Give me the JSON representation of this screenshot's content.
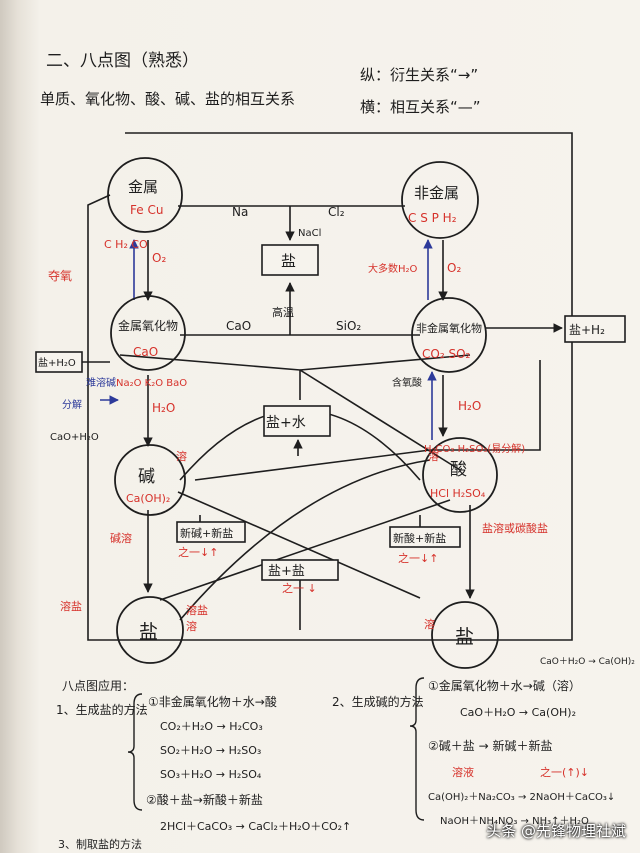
{
  "header": {
    "title": "二、八点图（熟悉）",
    "subtitle": "单质、氧化物、酸、碱、盐的相互关系",
    "legend_vertical": "纵：衍生关系“→”",
    "legend_horizontal": "横：相互关系“—”"
  },
  "nodes": {
    "metal": {
      "label": "金属",
      "sub": "Fe Cu"
    },
    "nonmetal": {
      "label": "非金属",
      "sub": "C S P H₂"
    },
    "salt_top": {
      "label": "盐"
    },
    "metal_oxide": {
      "label": "金属氧化物",
      "sub": "CaO"
    },
    "nonmetal_oxide": {
      "label": "非金属氧化物",
      "sub": "CO₂ SO₂"
    },
    "salt_water": {
      "label": "盐+水"
    },
    "base": {
      "label": "碱",
      "sub": "Ca(OH)₂"
    },
    "acid": {
      "label": "酸",
      "sub": "HCl H₂SO₄"
    },
    "base_salt": {
      "label": "新碱+新盐"
    },
    "acid_salt": {
      "label": "新酸+新盐"
    },
    "salt_salt": {
      "label": "盐+盐"
    },
    "salt_left": {
      "label": "盐"
    },
    "salt_right": {
      "label": "盐"
    },
    "salt_h2": {
      "label": "盐+H₂"
    },
    "salt_h2o_left": {
      "label": "盐+H₂O"
    }
  },
  "labels": {
    "Na": "Na",
    "Cl2": "Cl₂",
    "NaCl": "NaCl",
    "CaO": "CaO",
    "SiO2": "SiO₂",
    "high_temp": "高温",
    "metal_left_blue": "C H₂ CO",
    "o2_left": "O₂",
    "o2_right": "O₂",
    "lost_o": "夺氧",
    "left_oxides": "Na₂O K₂O BaO",
    "h2o_left": "H₂O",
    "h2o_right": "H₂O",
    "soluble_oxide": "难溶碱",
    "decompose": "分解",
    "caoh2_eq": "CaO+H₂O",
    "most_h2o": "大多数H₂O",
    "acid_oxide": "含氧酸",
    "acid_formula": "H₂CO₃ H₂SO₃(易分解)",
    "soluble_a": "溶",
    "soluble_b": "溶",
    "soluble_c": "溶",
    "soluble_d": "溶",
    "base_note": "碱溶",
    "base_arrow": "之一↓↑",
    "acid_note": "盐溶或碳酸盐",
    "acid_arrow": "之一↓↑",
    "salt_arrow": "之一 ↓",
    "salt_soluble": "溶盐",
    "salt_soluble_2": "溶盐"
  },
  "notes_left": {
    "heading": "八点图应用：",
    "sub_heading": "1、生成盐的方法",
    "line1": "①非金属氧化物＋水→酸",
    "line2": "CO₂＋H₂O → H₂CO₃",
    "line3": "SO₂＋H₂O → H₂SO₃",
    "line4": "SO₃＋H₂O → H₂SO₄",
    "line5": "②酸＋盐→新酸＋新盐",
    "line6": "2HCl＋CaCO₃ → CaCl₂＋H₂O＋CO₂↑",
    "footer": "3、制取盐的方法"
  },
  "notes_right": {
    "top_note": "CaO＋H₂O → Ca(OH)₂",
    "sub_heading": "2、生成碱的方法",
    "line1": "①金属氧化物＋水→碱（溶）",
    "line2": "CaO＋H₂O → Ca(OH)₂",
    "line3": "②碱＋盐 → 新碱＋新盐",
    "red_left": "溶液",
    "red_right": "之一(↑)↓",
    "line4": "Ca(OH)₂＋Na₂CO₃ → 2NaOH＋CaCO₃↓",
    "line5": "NaOH＋NH₄NO₃ → NH₃↑＋H₂O"
  },
  "watermark": "头条 @先锋物理社斌"
}
